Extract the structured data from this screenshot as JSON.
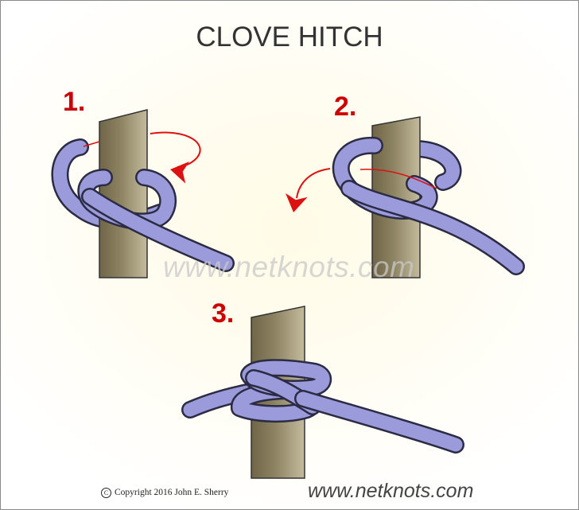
{
  "title": "CLOVE HITCH",
  "steps": [
    {
      "number": "1."
    },
    {
      "number": "2."
    },
    {
      "number": "3."
    }
  ],
  "watermark": "www.netknots.com",
  "copyright": {
    "symbol": "C",
    "text": "Copyright  2016  John E. Sherry"
  },
  "site_url": "www.netknots.com",
  "colors": {
    "step_number": "#cc0000",
    "arrow": "#dd1111",
    "rope_fill": "#9b9bdb",
    "rope_outline": "#2b2b44",
    "post_light": "#beb496",
    "post_dark": "#6f6547",
    "title": "#333333"
  }
}
